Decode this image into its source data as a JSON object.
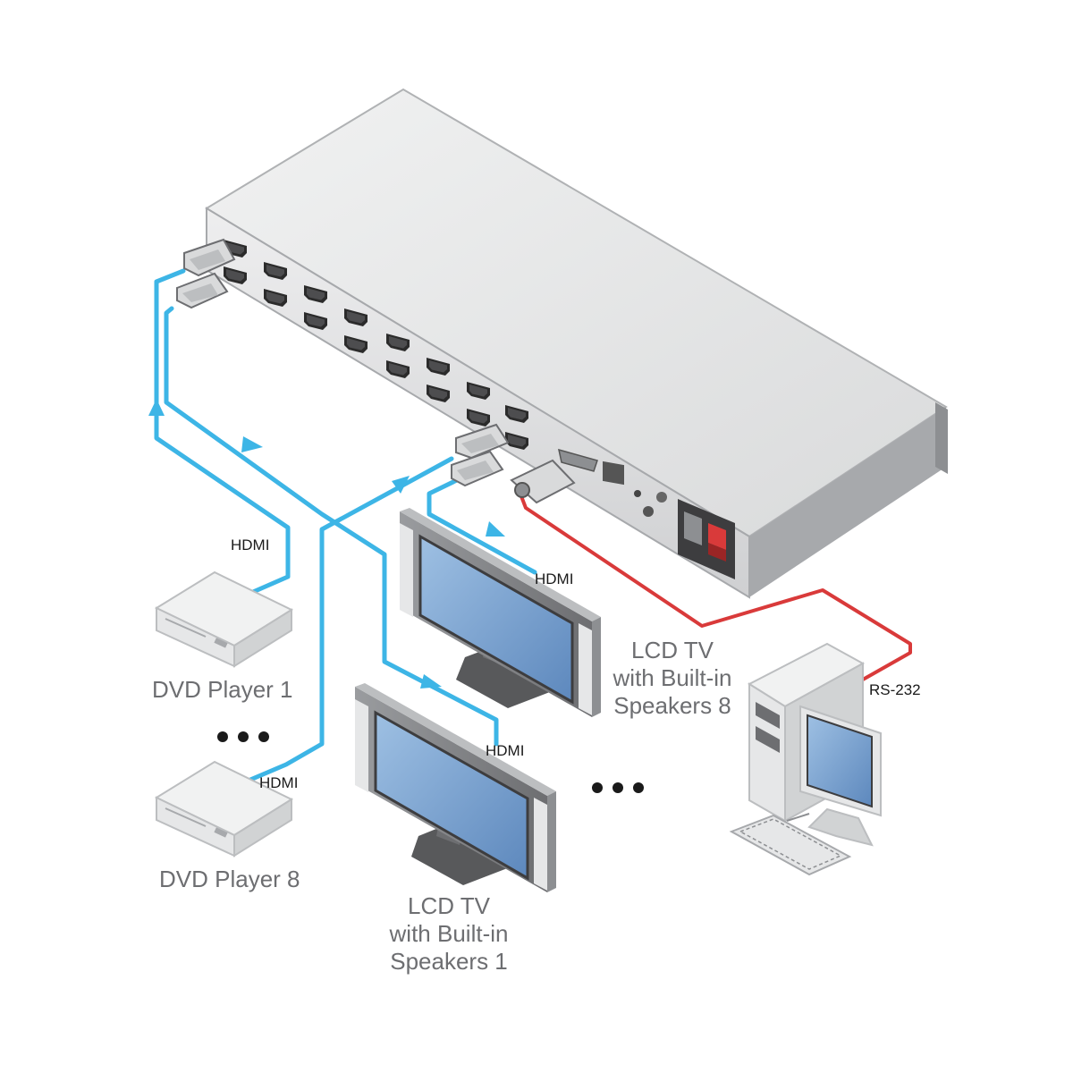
{
  "colors": {
    "hdmi_cable": "#3db5e6",
    "rs232_cable": "#d93a3a",
    "device_body": "#e6e7e8",
    "device_edge": "#a7a9ac",
    "label_gray": "#6d6e71",
    "screen_blue": "#6d97c8"
  },
  "labels": {
    "dvd_player_1": "DVD Player 1",
    "dvd_player_8": "DVD Player 8",
    "tv_8": [
      "LCD TV",
      "with Built-in",
      "Speakers 8"
    ],
    "tv_1": [
      "LCD TV",
      "with Built-in",
      "Speakers 1"
    ]
  },
  "cables": {
    "hdmi_dvd1": "HDMI",
    "hdmi_dvd8": "HDMI",
    "hdmi_tv8": "HDMI",
    "hdmi_tv1": "HDMI",
    "rs232": "RS-232"
  },
  "icons": [
    "hdmi-matrix-switcher-icon",
    "dvd-player-icon",
    "lcd-tv-icon",
    "pc-computer-icon",
    "ellipsis-icon"
  ]
}
